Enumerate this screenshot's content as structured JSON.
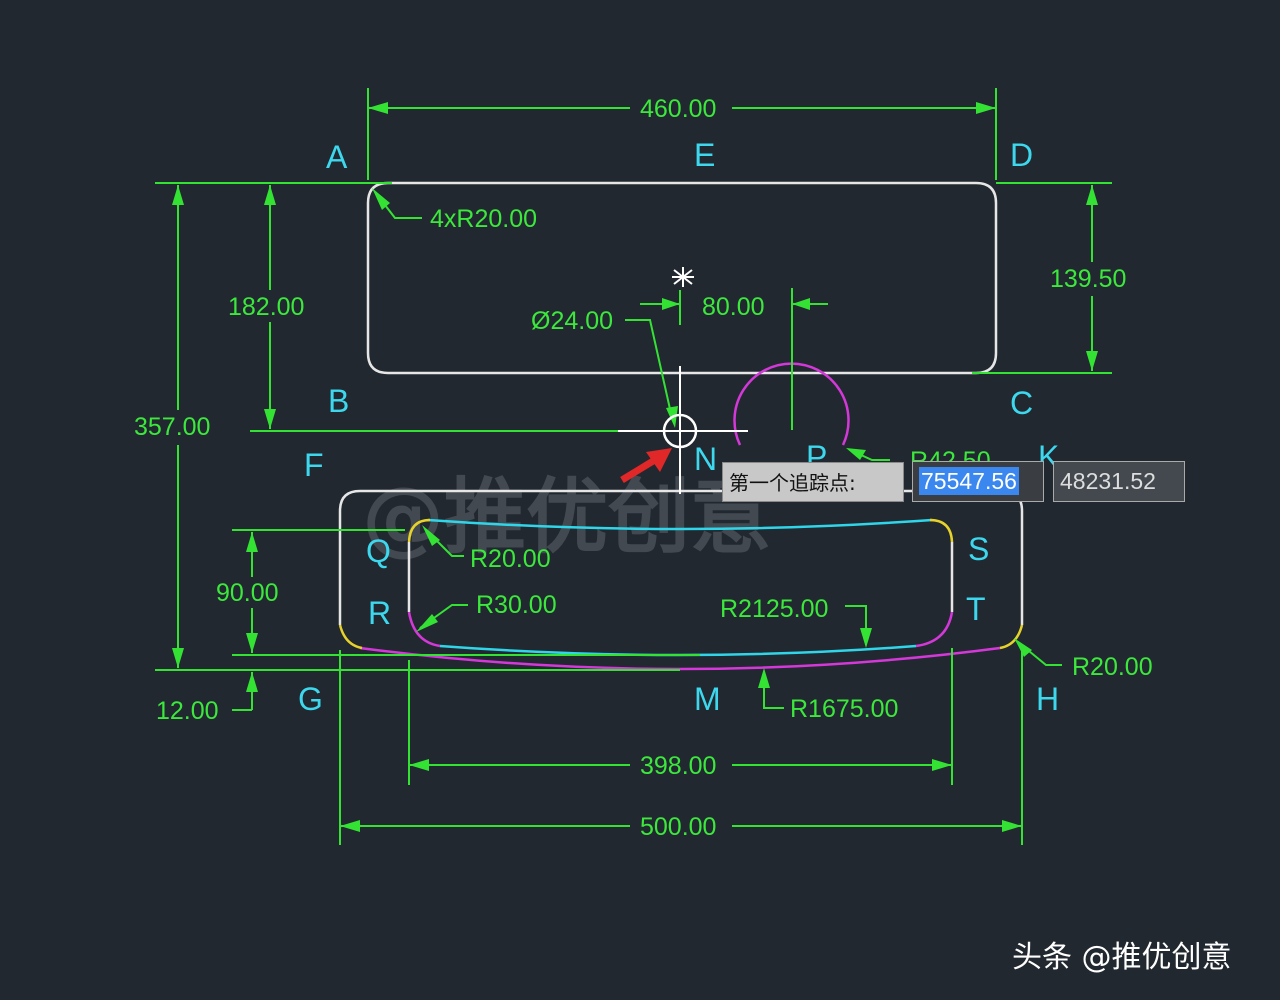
{
  "drawing": {
    "dimensions": {
      "top_width": "460.00",
      "corner_radius": "4xR20.00",
      "right_height": "139.50",
      "left_inner_height": "182.00",
      "overall_height": "357.00",
      "hole_diameter": "Ø24.00",
      "hole_offset": "80.00",
      "circle_radius": "R42.50",
      "inner_top_radius": "R20.00",
      "inner_bottom_radius": "R30.00",
      "inner_arc_radius": "R2125.00",
      "inner_height": "90.00",
      "bottom_offset": "12.00",
      "outer_arc_radius": "R1675.00",
      "outer_corner_radius": "R20.00",
      "inner_width": "398.00",
      "bottom_width": "500.00"
    },
    "points": {
      "A": "A",
      "E": "E",
      "D": "D",
      "B": "B",
      "C": "C",
      "F": "F",
      "N": "N",
      "P": "P",
      "K": "K",
      "Q": "Q",
      "S": "S",
      "R": "R",
      "T": "T",
      "G": "G",
      "M": "M",
      "H": "H"
    },
    "colors": {
      "background": "#212830",
      "dimension": "#34e234",
      "outline": "#e6e6e6",
      "inner_arc": "#2fd5e8",
      "outer_arc": "#d438d8",
      "fillet": "#e6d22a",
      "point_label": "#3dd8ee"
    }
  },
  "tracking": {
    "prompt": "第一个追踪点:",
    "x_value": "75547.56",
    "y_value": "48231.52"
  },
  "watermark": {
    "text": "@推优创意",
    "footer": "头条 @推优创意"
  }
}
